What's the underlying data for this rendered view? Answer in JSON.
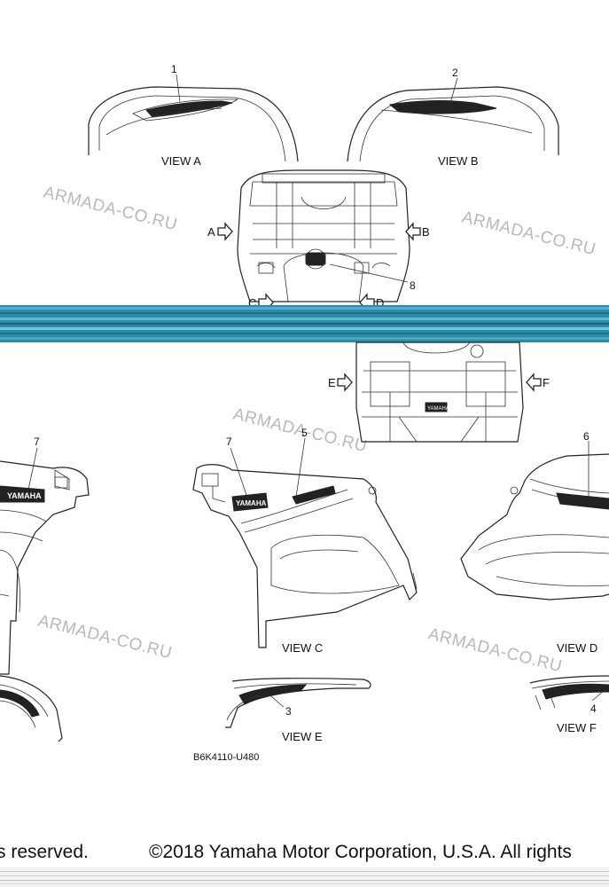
{
  "views": {
    "a": "VIEW A",
    "b": "VIEW B",
    "c": "VIEW C",
    "d": "VIEW D",
    "e": "VIEW E",
    "f": "VIEW F"
  },
  "arrows": {
    "a": "A",
    "b": "B",
    "c": "C",
    "d": "D",
    "e": "E",
    "f": "F"
  },
  "callouts": {
    "n1": "1",
    "n2": "2",
    "n3": "3",
    "n4": "4",
    "n5": "5",
    "n6": "6",
    "n7a": "7",
    "n7b": "7",
    "n8": "8"
  },
  "decals": {
    "brand": "YAMAHA",
    "emblem_small": "YAMAHA"
  },
  "watermark": "ARMADA-CO.RU",
  "part_code": "B6K4110-U480",
  "copyright": {
    "left": "s reserved.",
    "right": "©2018 Yamaha Motor Corporation, U.S.A. All rights"
  },
  "colors": {
    "scan_band": "#2c8ca8",
    "watermark": "#b9b9b9",
    "line": "#222222"
  }
}
